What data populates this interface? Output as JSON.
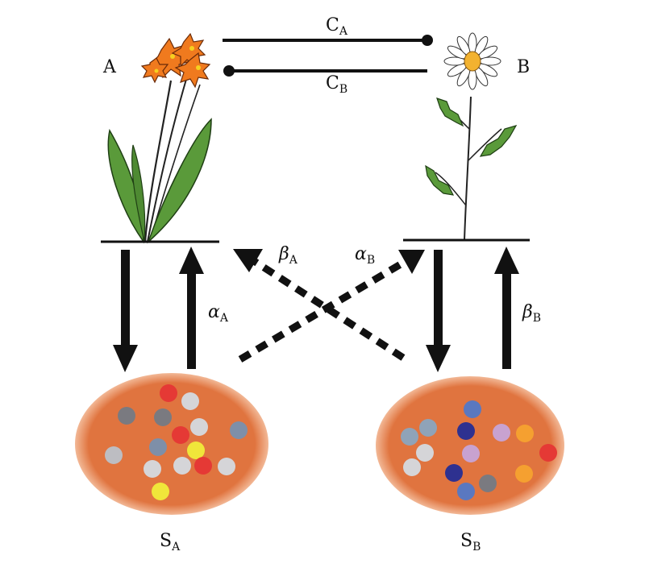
{
  "labels": {
    "plant_a": "A",
    "plant_b": "B",
    "c_a": {
      "main": "C",
      "sub": "A"
    },
    "c_b": {
      "main": "C",
      "sub": "B"
    },
    "alpha_a": {
      "main": "α",
      "sub": "A"
    },
    "alpha_b": {
      "main": "α",
      "sub": "B"
    },
    "beta_a": {
      "main": "β",
      "sub": "A"
    },
    "beta_b": {
      "main": "β",
      "sub": "B"
    },
    "soil_a": {
      "main": "S",
      "sub": "A"
    },
    "soil_b": {
      "main": "S",
      "sub": "B"
    }
  },
  "colors": {
    "soil_fill": "#e0743f",
    "soil_halo": "#f6c3a6",
    "leaf": "#5a9a3a",
    "flower_orange": "#f07a1e",
    "daisy_center": "#f2b230",
    "arrow": "#111111"
  },
  "soil_a_microbes": [
    {
      "color": "#e53935"
    },
    {
      "color": "#d5d5d8"
    },
    {
      "color": "#7a7a80"
    },
    {
      "color": "#7a7a80"
    },
    {
      "color": "#d5d5d8"
    },
    {
      "color": "#7e8fa8"
    },
    {
      "color": "#e53935"
    },
    {
      "color": "#7e8fa8"
    },
    {
      "color": "#f0e63a"
    },
    {
      "color": "#bdbdc2"
    },
    {
      "color": "#d5d5d8"
    },
    {
      "color": "#d5d5d8"
    },
    {
      "color": "#d5d5d8"
    },
    {
      "color": "#f0e63a"
    },
    {
      "color": "#e53935"
    }
  ],
  "soil_b_microbes": [
    {
      "color": "#5a78c0"
    },
    {
      "color": "#8fa3b8"
    },
    {
      "color": "#8fa3b8"
    },
    {
      "color": "#2e3190"
    },
    {
      "color": "#c8a2d0"
    },
    {
      "color": "#f5a030"
    },
    {
      "color": "#e53935"
    },
    {
      "color": "#d5d5d8"
    },
    {
      "color": "#c8a2d0"
    },
    {
      "color": "#d5d5d8"
    },
    {
      "color": "#2e3190"
    },
    {
      "color": "#f5a030"
    },
    {
      "color": "#7a7a80"
    },
    {
      "color": "#5a78c0"
    }
  ]
}
